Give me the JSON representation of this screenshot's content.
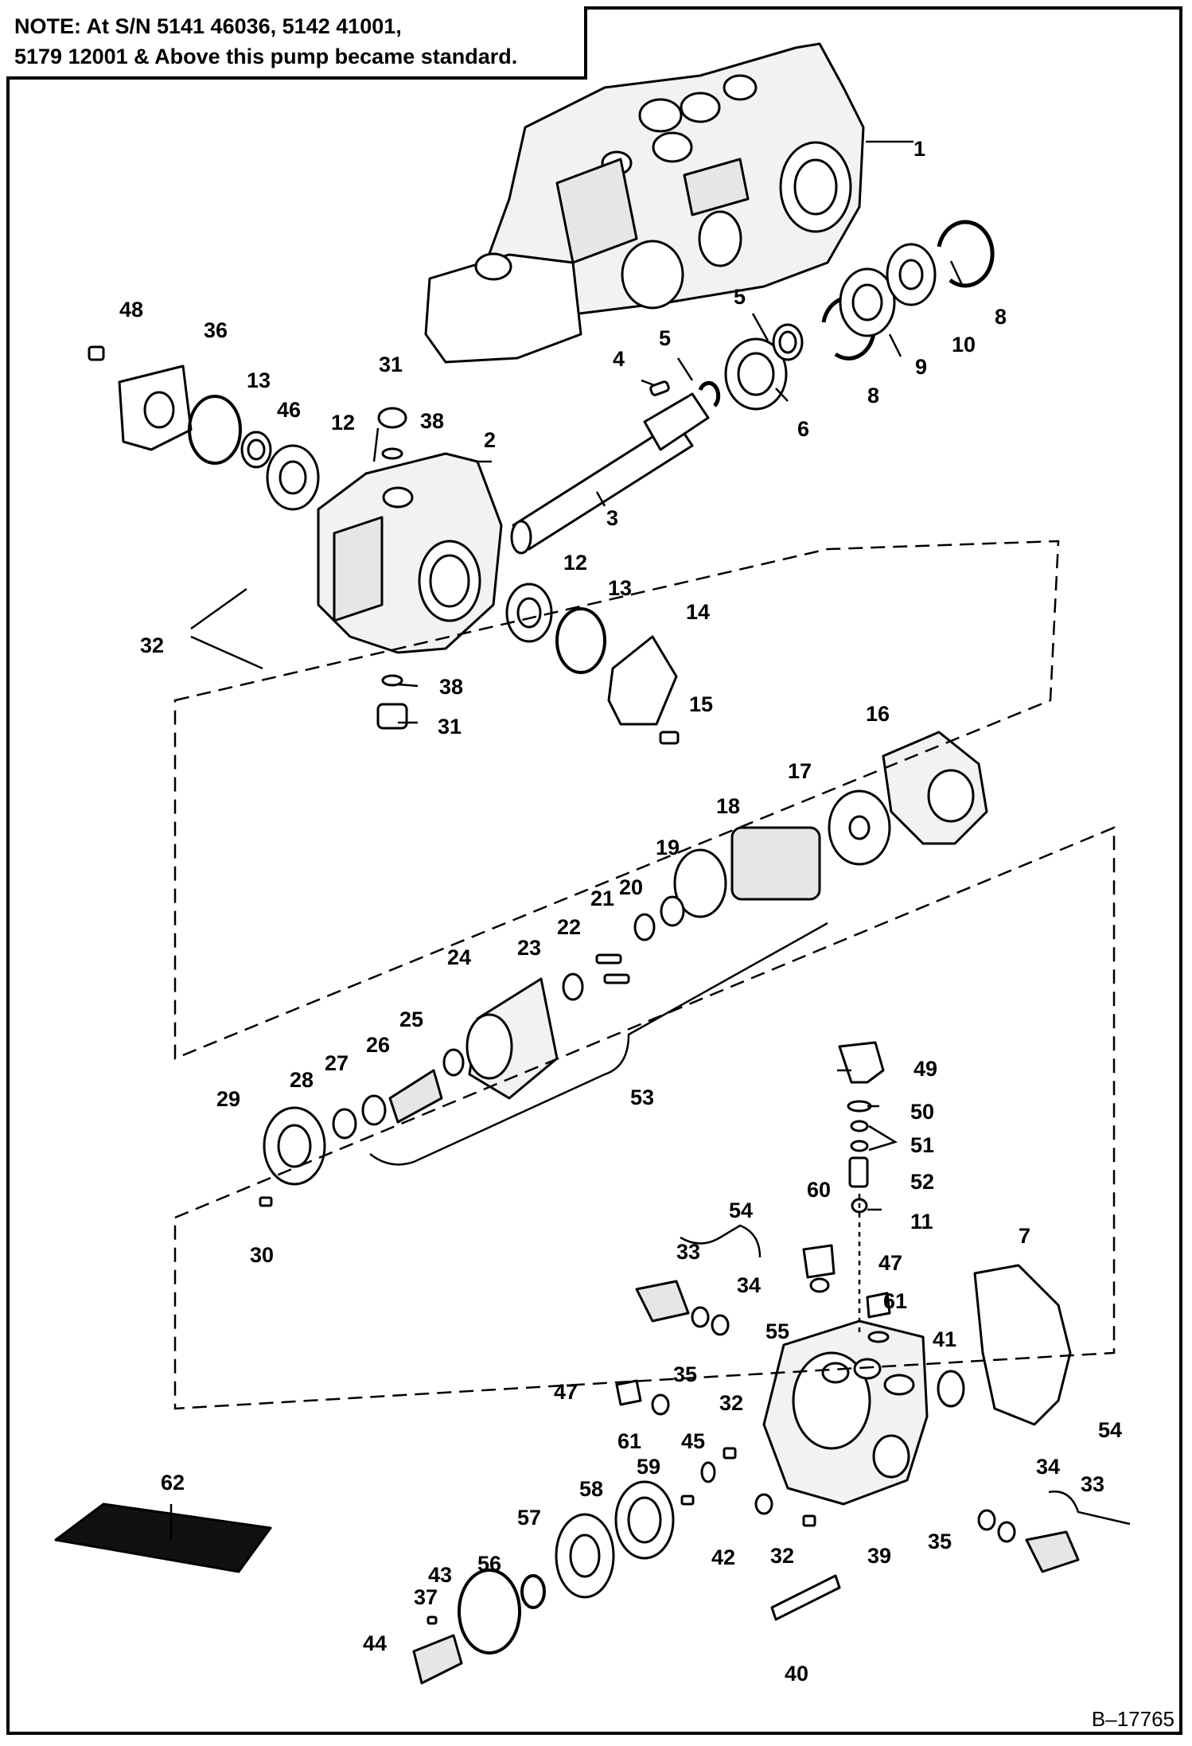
{
  "note": {
    "lines": [
      "NOTE: At S/N 5141 46036, 5142 41001,",
      "5179 12001 & Above this pump became standard."
    ]
  },
  "drawing_code": "B–17765",
  "callouts": {
    "c1": "1",
    "c2": "2",
    "c3": "3",
    "c4": "4",
    "c5a": "5",
    "c5b": "5",
    "c6": "6",
    "c7": "7",
    "c8a": "8",
    "c8b": "8",
    "c9": "9",
    "c10": "10",
    "c11": "11",
    "c12a": "12",
    "c12b": "12",
    "c13a": "13",
    "c13b": "13",
    "c14": "14",
    "c15": "15",
    "c16": "16",
    "c17": "17",
    "c18": "18",
    "c19": "19",
    "c20": "20",
    "c21": "21",
    "c22": "22",
    "c23": "23",
    "c24": "24",
    "c25": "25",
    "c26": "26",
    "c27": "27",
    "c28": "28",
    "c29": "29",
    "c30": "30",
    "c31a": "31",
    "c31b": "31",
    "c32a": "32",
    "c32b": "32",
    "c32c": "32",
    "c33a": "33",
    "c33b": "33",
    "c34a": "34",
    "c34b": "34",
    "c35a": "35",
    "c35b": "35",
    "c36": "36",
    "c37": "37",
    "c38a": "38",
    "c38b": "38",
    "c39": "39",
    "c40": "40",
    "c41": "41",
    "c42": "42",
    "c43": "43",
    "c44": "44",
    "c45": "45",
    "c46": "46",
    "c47a": "47",
    "c47b": "47",
    "c48": "48",
    "c49": "49",
    "c50": "50",
    "c51": "51",
    "c52": "52",
    "c53": "53",
    "c54a": "54",
    "c54b": "54",
    "c55": "55",
    "c56": "56",
    "c57": "57",
    "c58": "58",
    "c59": "59",
    "c60": "60",
    "c61a": "61",
    "c61b": "61",
    "c62": "62"
  },
  "colors": {
    "ink": "#000000",
    "paper": "#ffffff",
    "fill": "#e6e6e6"
  }
}
